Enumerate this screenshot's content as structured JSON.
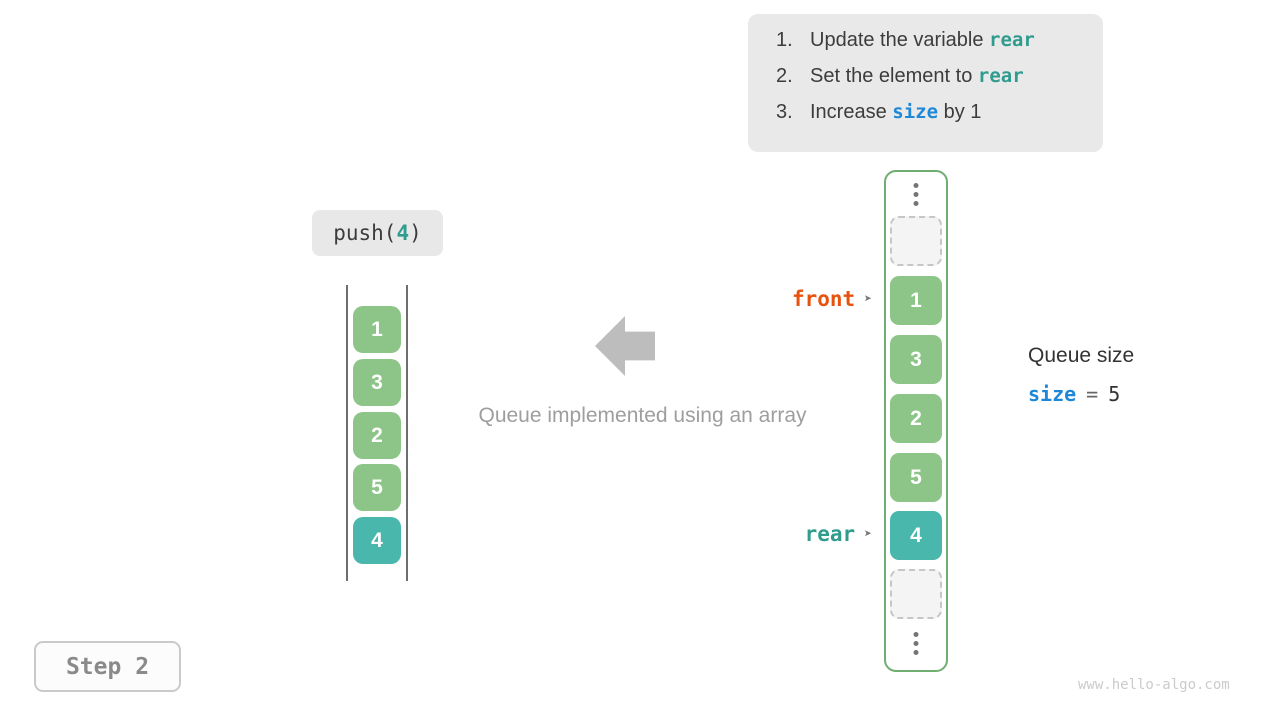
{
  "instructions": {
    "items": [
      {
        "number": "1.",
        "prefix": "Update the variable ",
        "token": "rear",
        "suffix": ""
      },
      {
        "number": "2.",
        "prefix": "Set the element to ",
        "token": "rear",
        "suffix": ""
      },
      {
        "number": "3.",
        "prefix": "Increase ",
        "token": "size",
        "suffix": " by 1"
      }
    ]
  },
  "operation": {
    "prefix": "push(",
    "arg": "4",
    "suffix": ")"
  },
  "left_queue": {
    "values": [
      "1",
      "3",
      "2",
      "5",
      "4"
    ],
    "highlight_index": 4
  },
  "caption": "Queue implemented using an array",
  "array": {
    "cells": [
      {
        "kind": "ellipsis"
      },
      {
        "kind": "empty"
      },
      {
        "kind": "filled",
        "value": "1",
        "color": "green"
      },
      {
        "kind": "filled",
        "value": "3",
        "color": "green"
      },
      {
        "kind": "filled",
        "value": "2",
        "color": "green"
      },
      {
        "kind": "filled",
        "value": "5",
        "color": "green"
      },
      {
        "kind": "filled",
        "value": "4",
        "color": "teal"
      },
      {
        "kind": "empty"
      },
      {
        "kind": "ellipsis"
      }
    ]
  },
  "pointers": {
    "front_label": "front",
    "rear_label": "rear",
    "arrow_glyph": "➤"
  },
  "queue_size": {
    "title": "Queue size",
    "variable": "size",
    "equals": "=",
    "value": "5"
  },
  "step_label": "Step 2",
  "watermark": "www.hello-algo.com",
  "colors": {
    "cell_green": "#8cc587",
    "cell_teal": "#4ab7ac",
    "array_border_green": "#70ad70",
    "front_orange": "#e8520f",
    "rear_teal": "#2f9c8e",
    "size_blue": "#1e88d8",
    "box_gray": "#e9e9e9",
    "arrow_gray": "#bdbdbd"
  }
}
